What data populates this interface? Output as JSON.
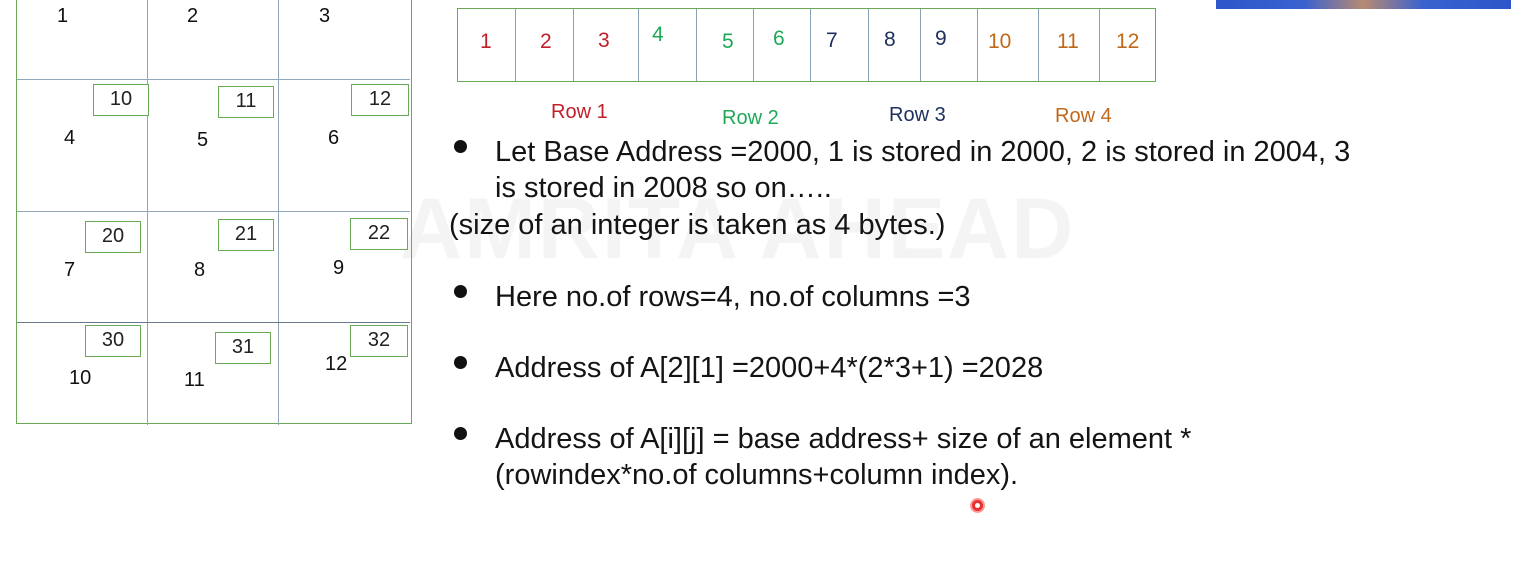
{
  "grid": {
    "values": [
      "1",
      "2",
      "3",
      "4",
      "5",
      "6",
      "7",
      "8",
      "9",
      "10",
      "11",
      "12"
    ],
    "indices": [
      "10",
      "11",
      "12",
      "20",
      "21",
      "22",
      "30",
      "31",
      "32"
    ]
  },
  "linear": {
    "values": [
      "1",
      "2",
      "3",
      "4",
      "5",
      "6",
      "7",
      "8",
      "9",
      "10",
      "11",
      "12"
    ],
    "row_labels": [
      "Row 1",
      "Row 2",
      "Row 3",
      "Row 4"
    ]
  },
  "colors": {
    "row1": "#c0202a",
    "row2": "#1fa957",
    "row3": "#1f3060",
    "row4": "#c0681a",
    "border": "#6aaa56"
  },
  "text": {
    "b1_line1": "Let Base Address =2000, 1 is stored in 2000, 2 is stored in 2004, 3",
    "b1_line2": "is stored in 2008 so on…..",
    "note": "(size of an integer is taken as 4 bytes.)",
    "b2": "Here no.of rows=4, no.of columns =3",
    "b3": "Address of A[2][1] =2000+4*(2*3+1) =2028",
    "b4_line1": "Address of A[i][j] = base address+ size of an element *",
    "b4_line2": "(rowindex*no.of columns+column index)."
  },
  "watermark": "AMRITA  AHEAD"
}
